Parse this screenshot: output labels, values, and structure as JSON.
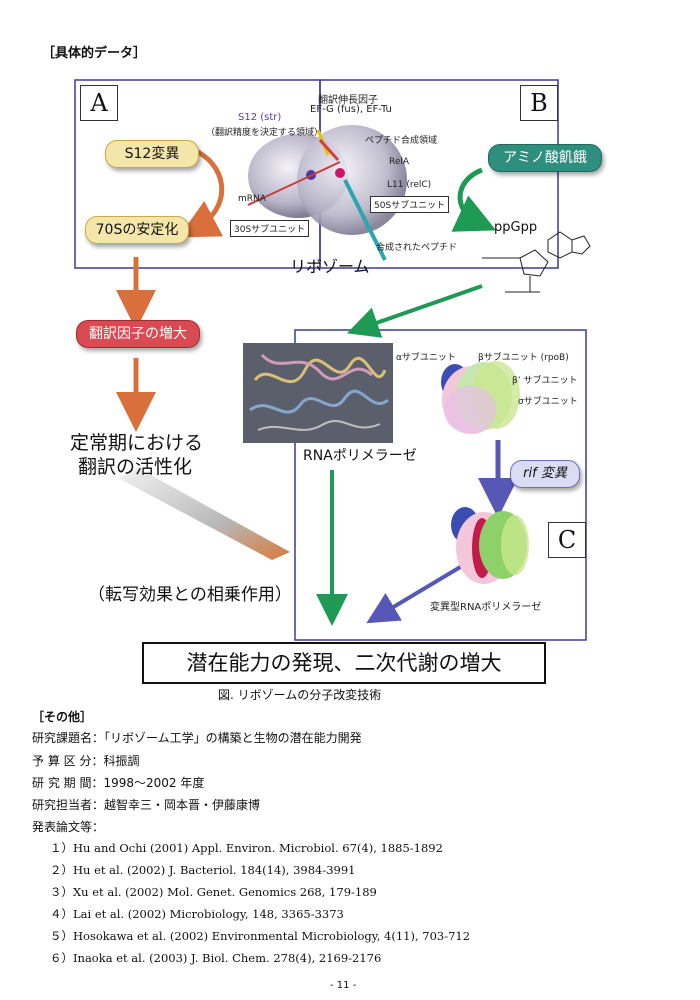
{
  "section_title": "［具体的データ］",
  "figure": {
    "box_a_label": "A",
    "box_b_label": "B",
    "box_c_label": "C",
    "s12_mutation": "S12変異",
    "stabilization_70s": "70Sの安定化",
    "translation_factor_increase": "翻訳因子の増大",
    "stationary_phase_line1": "定常期における",
    "stationary_phase_line2": "翻訳の活性化",
    "synergy": "（転写効果との相乗作用）",
    "conclusion": "潜在能力の発現、二次代謝の増大",
    "caption": "図. リボゾームの分子改変技術",
    "ribosome_label": "リボゾーム",
    "elongation_factor_line1": "翻訳伸長因子",
    "elongation_factor_line2": "EF-G (fus), EF-Tu",
    "s12_label": "S12 (str)",
    "s12_desc": "（翻訳精度を決定する領域）",
    "peptide_region": "ペプチド合成領域",
    "rela": "RelA",
    "l11": "L11 (relC)",
    "mrna": "mRNA",
    "subunit_30s": "30Sサブユニット",
    "subunit_50s": "50Sサブユニット",
    "synthesized_peptide": "合成されたペプチド",
    "amino_acid_starvation": "アミノ酸飢餓",
    "ppgpp": "ppGpp",
    "rna_polymerase": "RNAポリメラーゼ",
    "alpha_subunit": "αサブユニット",
    "beta_subunit": "βサブユニット (rpoB)",
    "beta_prime_subunit": "β’ サブユニット",
    "sigma_subunit": "σサブユニット",
    "rif_mutation": "rif 変異",
    "mutant_rnap": "変異型RNAポリメラーゼ",
    "colors": {
      "box_border": "#3a3a9c",
      "green_arrow": "#1f9a55",
      "orange_arrow": "#d9703c",
      "blue_arrow": "#5757b5"
    }
  },
  "other": {
    "heading": "［その他］",
    "project_title_label": "研究課題名：",
    "project_title": "「リボゾーム工学」の構築と生物の潜在能力開発",
    "budget_label": "予 算 区 分：",
    "budget": "科振調",
    "period_label": "研 究 期 間：",
    "period": "1998〜2002 年度",
    "staff_label": "研究担当者：",
    "staff": "越智幸三・岡本晋・伊藤康博",
    "papers_label": "発表論文等：",
    "papers": [
      "１）Hu and Ochi (2001) Appl. Environ. Microbiol. 67(4), 1885-1892",
      "２）Hu et al. (2002) J. Bacteriol. 184(14), 3984-3991",
      "３）Xu et al. (2002) Mol. Genet. Genomics 268, 179-189",
      "４）Lai et al. (2002) Microbiology, 148, 3365-3373",
      "５）Hosokawa et al. (2002) Environmental Microbiology, 4(11), 703-712",
      "６）Inaoka et al. (2003) J. Biol. Chem. 278(4), 2169-2176"
    ]
  },
  "page_number": "- 11 -"
}
